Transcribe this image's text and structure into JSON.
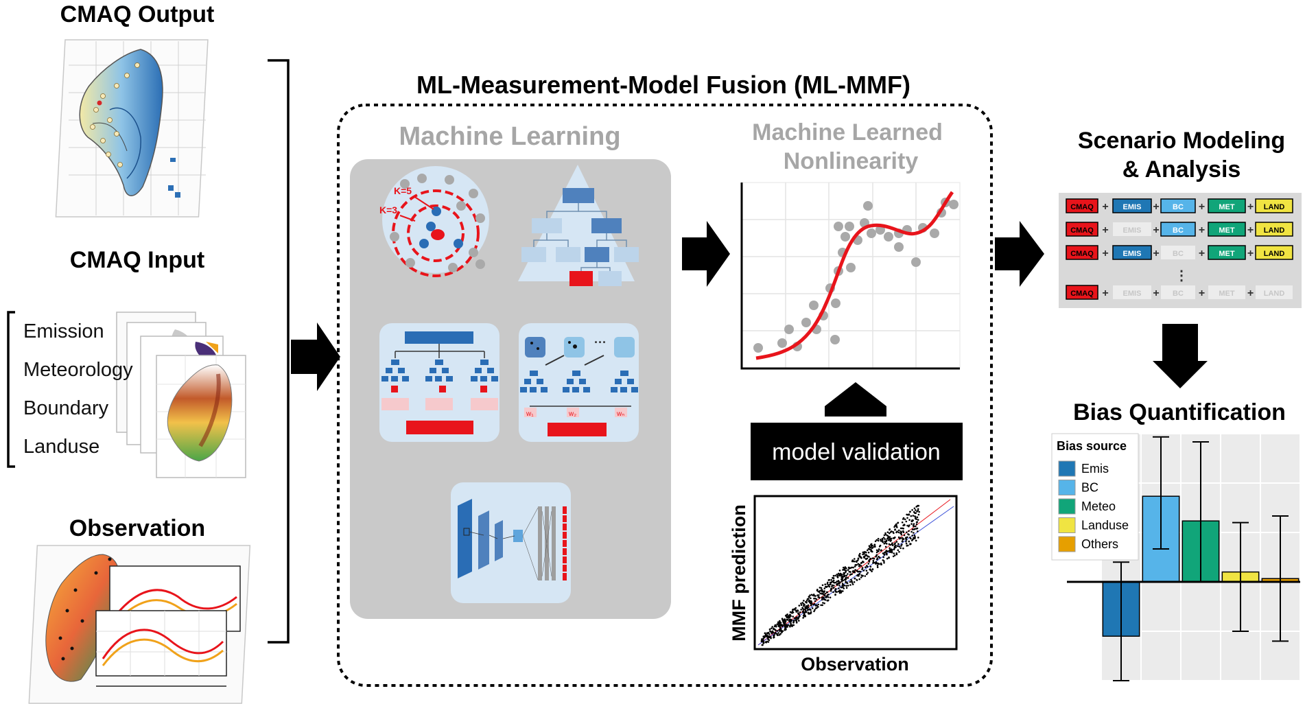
{
  "inputs": {
    "cmaq_output_title": "CMAQ Output",
    "cmaq_input_title": "CMAQ Input",
    "input_items": [
      "Emission",
      "Meteorology",
      "Boundary",
      "Landuse"
    ],
    "observation_title": "Observation"
  },
  "fusion": {
    "title": "ML-Measurement-Model Fusion (ML-MMF)",
    "ml_title": "Machine Learning",
    "knn_labels": [
      "K=5",
      "K=3"
    ],
    "ensemble_weights": [
      "w₁",
      "w₂",
      "wₙ"
    ],
    "ellipsis": "···",
    "nonlinearity_title_line1": "Machine Learned",
    "nonlinearity_title_line2": "Nonlinearity",
    "validation_label": "model validation",
    "scatter_xlabel": "Observation",
    "scatter_ylabel": "MMF prediction"
  },
  "scenario": {
    "title_line1": "Scenario Modeling",
    "title_line2": "& Analysis",
    "plus": "+",
    "vdots": "⋮",
    "rows": [
      [
        {
          "label": "CMAQ",
          "on": true
        },
        {
          "label": "EMIS",
          "on": true
        },
        {
          "label": "BC",
          "on": true
        },
        {
          "label": "MET",
          "on": true
        },
        {
          "label": "LAND",
          "on": true
        }
      ],
      [
        {
          "label": "CMAQ",
          "on": true
        },
        {
          "label": "EMIS",
          "on": false
        },
        {
          "label": "BC",
          "on": true
        },
        {
          "label": "MET",
          "on": true
        },
        {
          "label": "LAND",
          "on": true
        }
      ],
      [
        {
          "label": "CMAQ",
          "on": true
        },
        {
          "label": "EMIS",
          "on": true
        },
        {
          "label": "BC",
          "on": false
        },
        {
          "label": "MET",
          "on": true
        },
        {
          "label": "LAND",
          "on": true
        }
      ],
      [
        {
          "label": "CMAQ",
          "on": true
        },
        {
          "label": "EMIS",
          "on": false
        },
        {
          "label": "BC",
          "on": false
        },
        {
          "label": "MET",
          "on": false
        },
        {
          "label": "LAND",
          "on": false
        }
      ]
    ],
    "colors": {
      "CMAQ": "#e8141b",
      "EMIS": "#1f77b4",
      "BC": "#56b4e9",
      "MET": "#11a579",
      "LAND": "#f0e442"
    }
  },
  "bias": {
    "title": "Bias Quantification",
    "legend_title": "Bias source",
    "chart_data": {
      "type": "bar",
      "categories": [
        "Emis",
        "BC",
        "Meteo",
        "Landuse",
        "Others"
      ],
      "values": [
        -0.33,
        0.52,
        0.37,
        0.06,
        0.02
      ],
      "err_low": [
        -0.6,
        0.2,
        0.0,
        -0.3,
        -0.36
      ],
      "err_high": [
        0.12,
        0.88,
        0.85,
        0.36,
        0.4
      ],
      "ylim": [
        -0.6,
        0.9
      ],
      "colors": [
        "#1f77b4",
        "#56b4e9",
        "#11a579",
        "#f0e442",
        "#e69f00"
      ],
      "legend": "top-left",
      "grid": true
    }
  }
}
